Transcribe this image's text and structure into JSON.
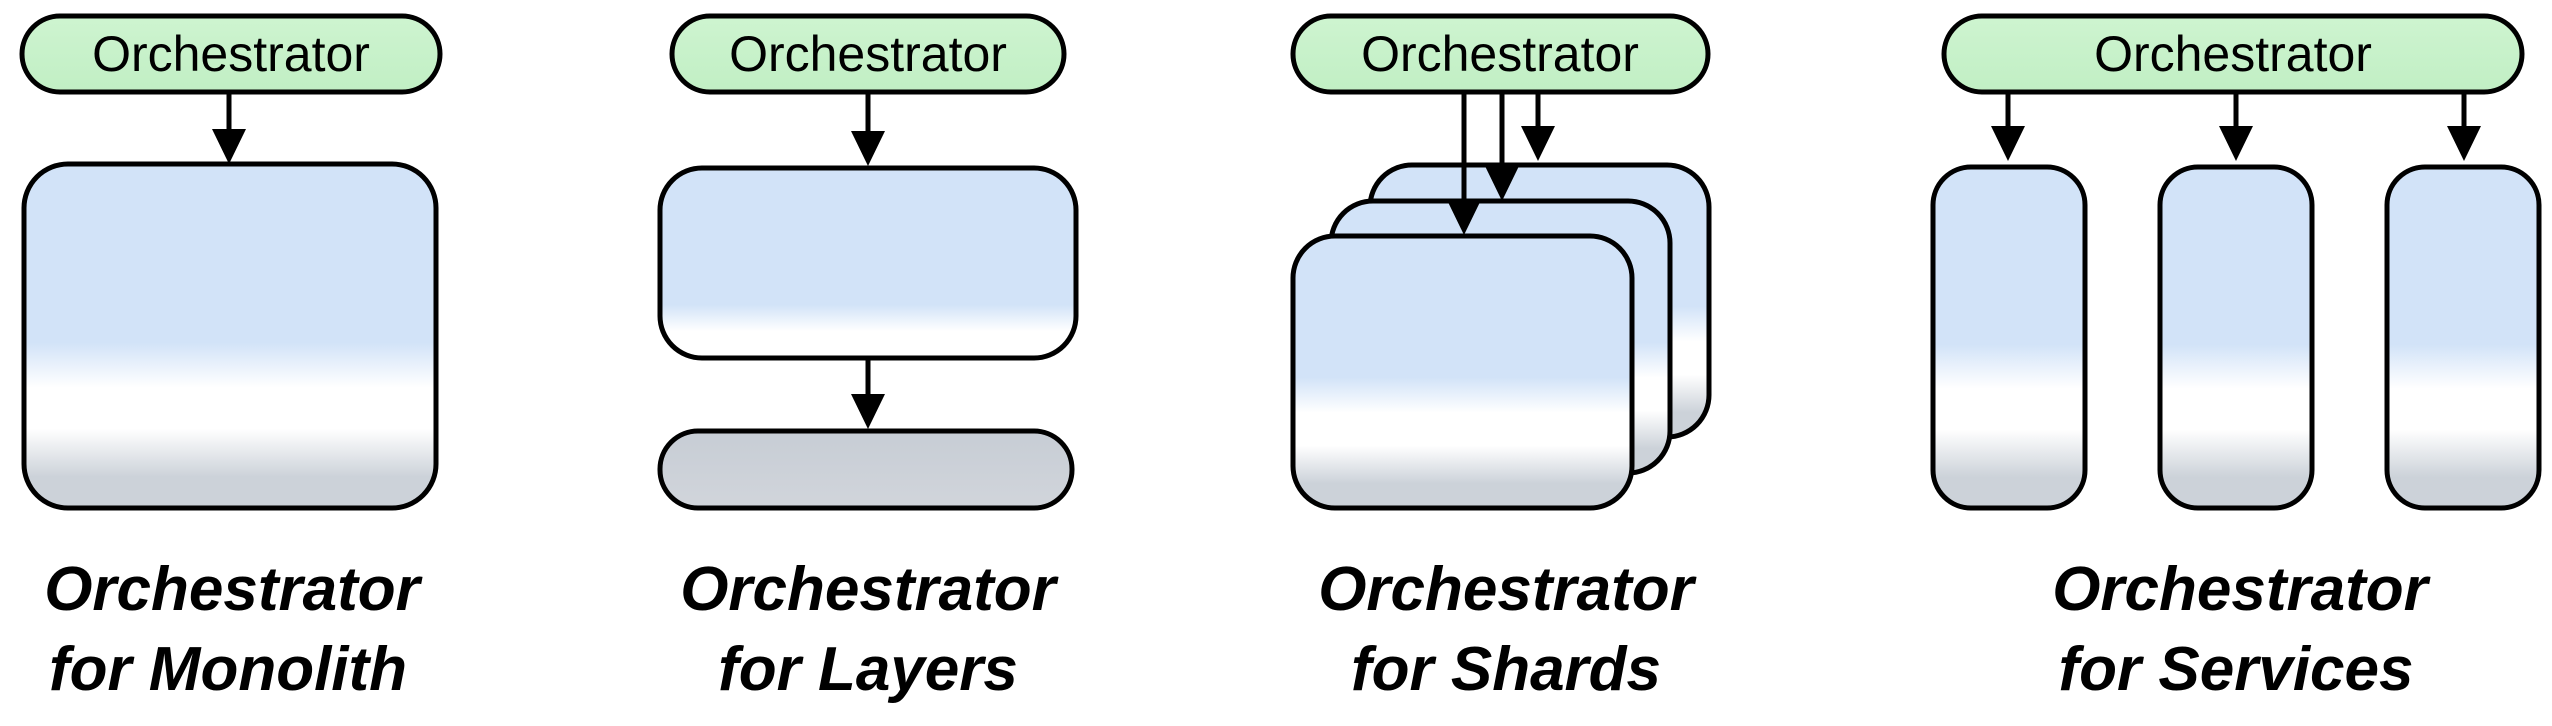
{
  "colors": {
    "pill_green_light": "#cef4d0",
    "pill_green": "#c1efc4",
    "box_blue": "#d2e3f8",
    "box_white": "#ffffff",
    "box_gray": "#ccd2d9",
    "gray_pill_top": "#c7cdd5",
    "gray_pill_bottom": "#d1d5db",
    "stroke": "#000000"
  },
  "panels": [
    {
      "id": "monolith",
      "pill_label": "Orchestrator",
      "caption_line1": "Orchestrator",
      "caption_line2": "for Monolith",
      "target_count": 1
    },
    {
      "id": "layers",
      "pill_label": "Orchestrator",
      "caption_line1": "Orchestrator",
      "caption_line2": "for Layers",
      "target_count": 2
    },
    {
      "id": "shards",
      "pill_label": "Orchestrator",
      "caption_line1": "Orchestrator",
      "caption_line2": "for Shards",
      "target_count": 3
    },
    {
      "id": "services",
      "pill_label": "Orchestrator",
      "caption_line1": "Orchestrator",
      "caption_line2": "for Services",
      "target_count": 3
    }
  ]
}
